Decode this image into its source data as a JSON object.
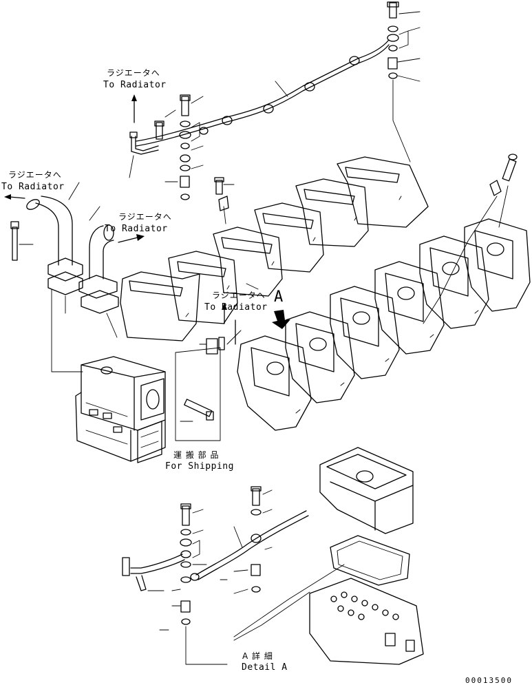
{
  "labels": {
    "radiator_top_jp": "ラジエータへ",
    "radiator_top_en": "To Radiator",
    "radiator_left_jp": "ラジエータへ",
    "radiator_left_en": "To Radiator",
    "radiator_mid_jp": "ラジエータへ",
    "radiator_mid_en": "To Radiator",
    "radiator_lower_jp": "ラジエータへ",
    "radiator_lower_en": "To Radiator",
    "view_marker": "A",
    "shipping_jp": "運 搬 部 品",
    "shipping_en": "For Shipping",
    "detail_jp": "A 詳 細",
    "detail_en": "Detail A",
    "figure_number": "00013500"
  }
}
